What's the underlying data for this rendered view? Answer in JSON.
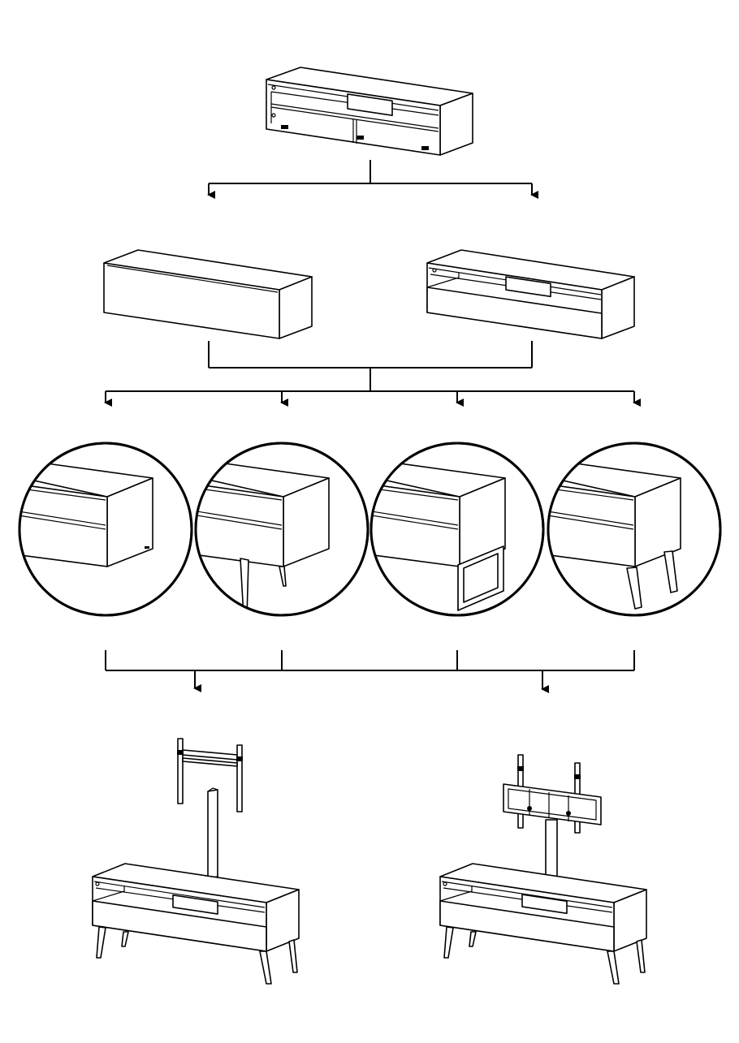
{
  "figure": {
    "type": "assembly-options-flowchart",
    "colors": {
      "line": "#000000",
      "background": "#ffffff"
    },
    "base_unit": {
      "name": "tv-bench-carcass",
      "note_icon": "open-cabinet-with-shelves"
    },
    "front_options": [
      {
        "name": "flap-door-front"
      },
      {
        "name": "open-compartment-drawer-front"
      }
    ],
    "leg_options": [
      {
        "name": "no-legs-detail"
      },
      {
        "name": "tapered-metal-legs-detail"
      },
      {
        "name": "frame-legs-detail"
      },
      {
        "name": "wooden-splayed-legs-detail"
      }
    ],
    "mount_options": [
      {
        "name": "tv-bracket-slim-column"
      },
      {
        "name": "tv-bracket-round-column"
      }
    ]
  }
}
